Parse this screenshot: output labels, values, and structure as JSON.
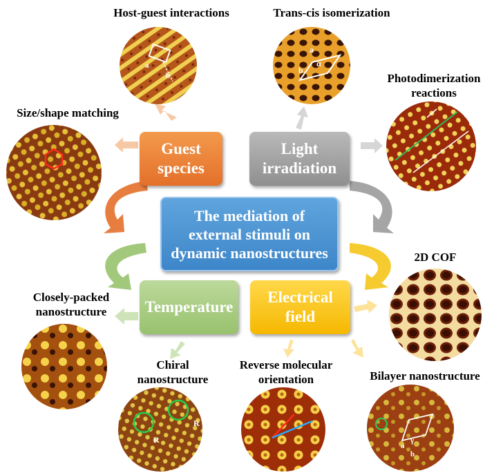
{
  "center": {
    "lines": [
      "The mediation of",
      "external stimuli on",
      "dynamic nanostructures"
    ]
  },
  "boxes": {
    "guest": [
      "Guest",
      "species"
    ],
    "light": [
      "Light",
      "irradiation"
    ],
    "temperature": [
      "Temperature"
    ],
    "electrical": [
      "Electrical",
      "field"
    ]
  },
  "labels": {
    "host_guest": "Host-guest interactions",
    "trans_cis": "Trans-cis isomerization",
    "photodimer": [
      "Photodimerization",
      "reactions"
    ],
    "size_shape": "Size/shape matching",
    "cof": "2D COF",
    "closely": [
      "Closely-packed",
      "nanostructure"
    ],
    "chiral": [
      "Chiral",
      "nanostructure"
    ],
    "reverse": [
      "Reverse molecular",
      "orientation"
    ],
    "bilayer": "Bilayer nanostructure"
  },
  "image_marks": {
    "host_guest": [
      "a",
      "b"
    ],
    "trans_cis": [
      "a",
      "b",
      "α"
    ],
    "chiral": [
      "R",
      "R"
    ],
    "bilayer": [
      "a",
      "b",
      "γ"
    ]
  },
  "colors": {
    "guest": "#e4702a",
    "light": "#8f8f8f",
    "temperature": "#98c26e",
    "electrical": "#f5b800",
    "center": "#3d86c9"
  }
}
